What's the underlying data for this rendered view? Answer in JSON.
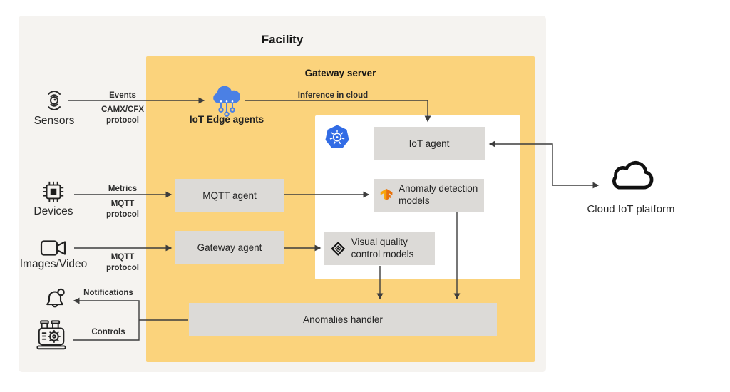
{
  "titles": {
    "facility": "Facility",
    "gateway_server": "Gateway server"
  },
  "sources": {
    "sensors": {
      "label": "Sensors",
      "icon": "radio-sensor-icon"
    },
    "devices": {
      "label": "Devices",
      "icon": "cpu-chip-icon"
    },
    "images_video": {
      "label": "Images/Video",
      "icon": "video-camera-icon"
    }
  },
  "sinks": {
    "notifications": {
      "icon": "bell-icon"
    },
    "controls": {
      "icon": "industrial-machine-icon"
    }
  },
  "nodes": {
    "iot_edge_agents": "IoT Edge agents",
    "mqtt_agent": "MQTT agent",
    "gateway_agent": "Gateway agent",
    "iot_agent": "IoT agent",
    "anomaly_models": "Anomaly detection models",
    "vqc_models": "Visual quality control models",
    "anomalies_handler": "Anomalies handler",
    "cloud_platform": "Cloud IoT platform"
  },
  "edge_labels": {
    "events": "Events",
    "camx_protocol": "CAMX/CFX protocol",
    "metrics": "Metrics",
    "mqtt_protocol_devices": "MQTT protocol",
    "mqtt_protocol_images": "MQTT protocol",
    "inference": "Inference in cloud",
    "notifications": "Notifications",
    "controls": "Controls"
  },
  "icons": {
    "iot_edge_agents": "cloud-nodes-icon",
    "kubernetes": "kubernetes-icon",
    "tensorflow": "tensorflow-icon",
    "visual_quality": "diamond-vision-icon",
    "cloud_platform": "cloud-outline-icon"
  },
  "colors": {
    "facility_bg": "#f5f3f0",
    "gateway_bg": "#fbd37c",
    "panel_bg": "#ffffff",
    "node_bg": "#dcdad7",
    "arrow": "#3d3d3d",
    "text": "#1f1f1f",
    "kubernetes_blue": "#326ce5",
    "iot_edge_blue": "#4b80e4",
    "tensorflow_orange": "#e8710a"
  }
}
